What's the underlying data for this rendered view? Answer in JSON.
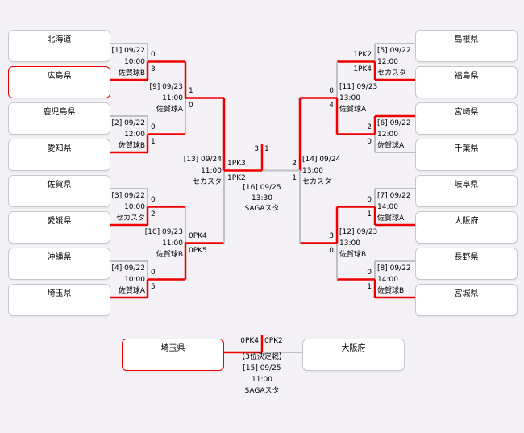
{
  "colors": {
    "win": "#ee0000",
    "line": "#c0c0c0"
  },
  "teams_left": [
    {
      "name": "北海道"
    },
    {
      "name": "広島県",
      "highlight": true
    },
    {
      "name": "鹿児島県"
    },
    {
      "name": "愛知県"
    },
    {
      "name": "佐賀県"
    },
    {
      "name": "愛媛県"
    },
    {
      "name": "沖縄県"
    },
    {
      "name": "埼玉県"
    }
  ],
  "teams_right": [
    {
      "name": "島根県"
    },
    {
      "name": "福島県"
    },
    {
      "name": "宮崎県"
    },
    {
      "name": "千葉県"
    },
    {
      "name": "岐阜県"
    },
    {
      "name": "大阪府"
    },
    {
      "name": "長野県"
    },
    {
      "name": "宮城県"
    }
  ],
  "matches": {
    "m1": {
      "label": "[1] 09/22",
      "time": "10:00",
      "venue": "佐賀球B",
      "scores": [
        "0",
        "3"
      ],
      "winner": 1
    },
    "m2": {
      "label": "[2] 09/22",
      "time": "12:00",
      "venue": "佐賀球B",
      "scores": [
        "0",
        "1"
      ],
      "winner": 1
    },
    "m3": {
      "label": "[3] 09/22",
      "time": "10:00",
      "venue": "セカスタ",
      "scores": [
        "0",
        "2"
      ],
      "winner": 1
    },
    "m4": {
      "label": "[4] 09/22",
      "time": "10:00",
      "venue": "佐賀球A",
      "scores": [
        "0",
        "5"
      ],
      "winner": 1
    },
    "m5": {
      "label": "[5] 09/22",
      "time": "12:00",
      "venue": "セカスタ",
      "scores": [
        "1PK2",
        "1PK4"
      ],
      "winner": 1
    },
    "m6": {
      "label": "[6] 09/22",
      "time": "12:00",
      "venue": "佐賀球A",
      "scores": [
        "2",
        "0"
      ],
      "winner": 0
    },
    "m7": {
      "label": "[7] 09/22",
      "time": "14:00",
      "venue": "佐賀球A",
      "scores": [
        "0",
        "1"
      ],
      "winner": 1
    },
    "m8": {
      "label": "[8] 09/22",
      "time": "14:00",
      "venue": "佐賀球B",
      "scores": [
        "0",
        "1"
      ],
      "winner": 1
    },
    "m9": {
      "label": "[9] 09/23",
      "time": "11:00",
      "venue": "佐賀球A",
      "scores": [
        "1",
        "0"
      ],
      "winner": 0
    },
    "m10": {
      "label": "[10] 09/23",
      "time": "11:00",
      "venue": "佐賀球B",
      "scores": [
        "0PK4",
        "0PK5"
      ],
      "winner": 1
    },
    "m11": {
      "label": "[11] 09/23",
      "time": "13:00",
      "venue": "佐賀球A",
      "scores": [
        "0",
        "4"
      ],
      "winner": 1
    },
    "m12": {
      "label": "[12] 09/23",
      "time": "13:00",
      "venue": "佐賀球B",
      "scores": [
        "3",
        "0"
      ],
      "winner": 0
    },
    "m13": {
      "label": "[13] 09/24",
      "time": "11:00",
      "venue": "セカスタ",
      "scores": [
        "1PK3",
        "1PK2"
      ],
      "winner": 0
    },
    "m14": {
      "label": "[14] 09/24",
      "time": "13:00",
      "venue": "セカスタ",
      "scores": [
        "2",
        "1"
      ],
      "winner": 0
    }
  },
  "final": {
    "label": "[16] 09/25",
    "time": "13:30",
    "venue": "SAGAスタ",
    "scores": [
      "3",
      "1"
    ],
    "winner": 0
  },
  "third_place": {
    "title": "【3位決定戦】",
    "label": "[15] 09/25",
    "time": "11:00",
    "venue": "SAGAスタ",
    "scores": [
      "0PK4",
      "0PK2"
    ],
    "winner": 0,
    "teams": [
      {
        "name": "埼玉県",
        "highlight": true
      },
      {
        "name": "大阪府"
      }
    ]
  }
}
